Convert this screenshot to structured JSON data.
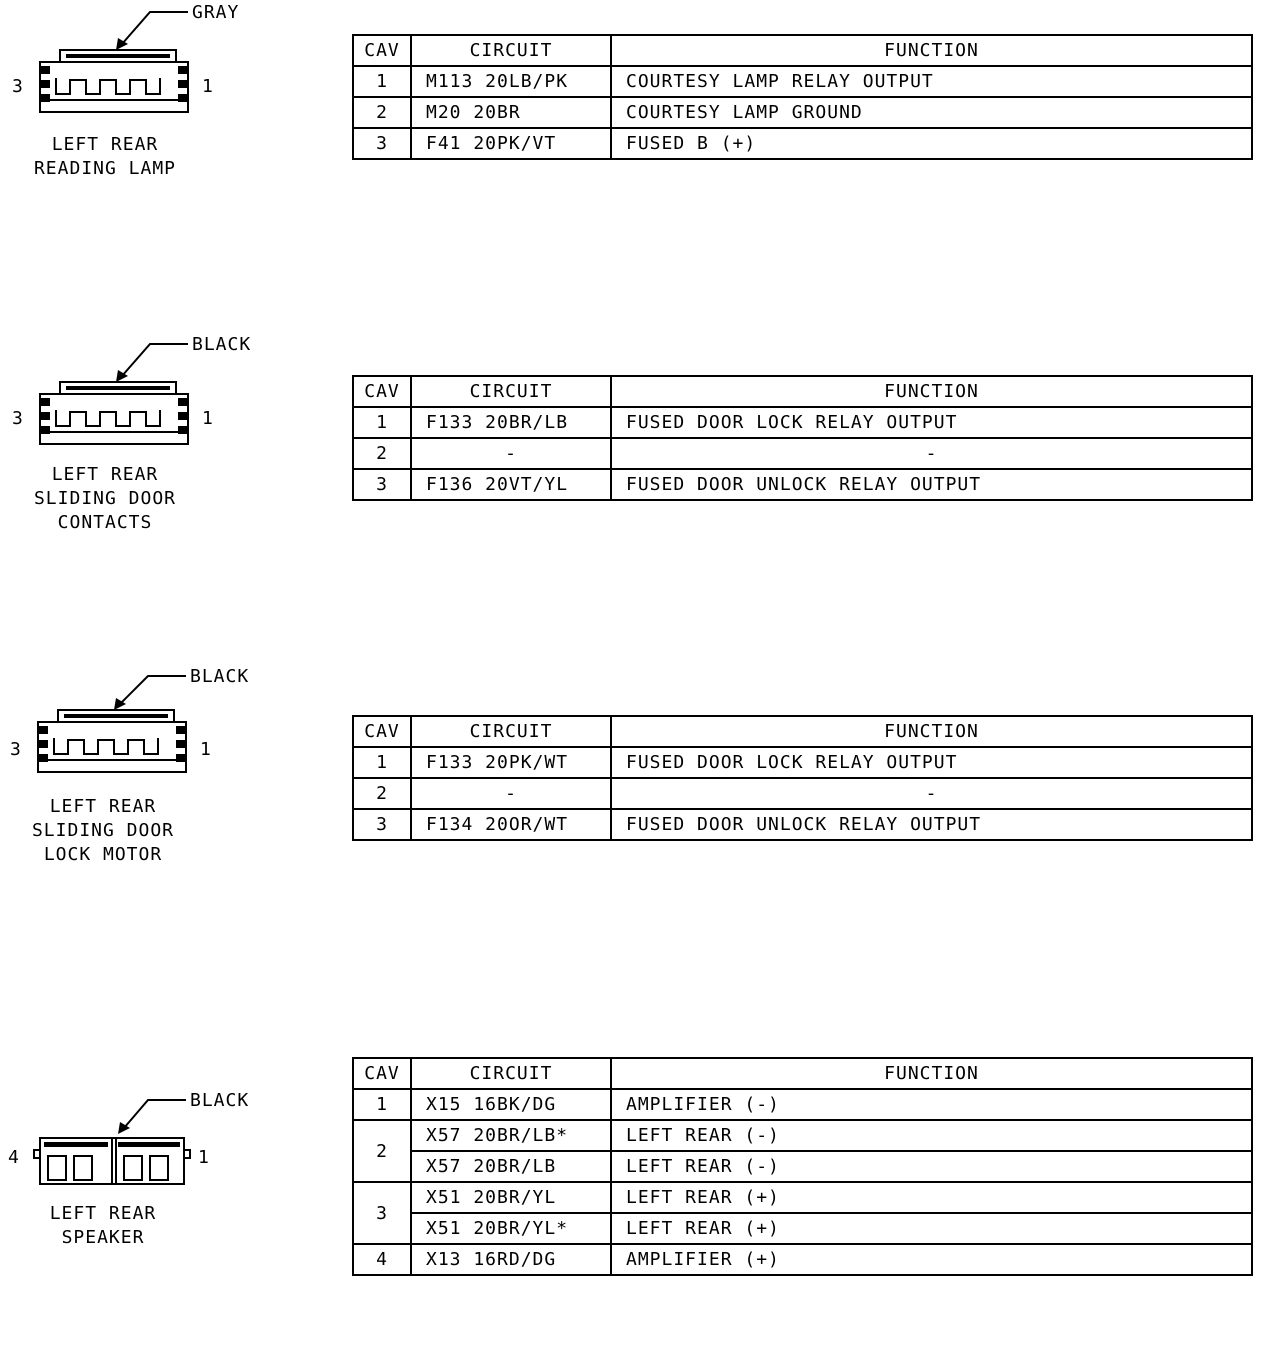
{
  "headers": {
    "cav": "CAV",
    "circuit": "CIRCUIT",
    "function": "FUNCTION"
  },
  "connectors": [
    {
      "color": "GRAY",
      "name": "LEFT REAR\nREADING LAMP",
      "pin_left": "3",
      "pin_right": "1",
      "rows": [
        {
          "cav": "1",
          "circuit": "M113 20LB/PK",
          "function": "COURTESY LAMP RELAY OUTPUT"
        },
        {
          "cav": "2",
          "circuit": "M20 20BR",
          "function": "COURTESY LAMP GROUND"
        },
        {
          "cav": "3",
          "circuit": "F41 20PK/VT",
          "function": "FUSED B (+)"
        }
      ]
    },
    {
      "color": "BLACK",
      "name": "LEFT REAR\nSLIDING DOOR\nCONTACTS",
      "pin_left": "3",
      "pin_right": "1",
      "rows": [
        {
          "cav": "1",
          "circuit": "F133 20BR/LB",
          "function": "FUSED DOOR LOCK RELAY OUTPUT"
        },
        {
          "cav": "2",
          "circuit": "-",
          "function": "-"
        },
        {
          "cav": "3",
          "circuit": "F136 20VT/YL",
          "function": "FUSED DOOR UNLOCK RELAY OUTPUT"
        }
      ]
    },
    {
      "color": "BLACK",
      "name": "LEFT REAR\nSLIDING DOOR\nLOCK MOTOR",
      "pin_left": "3",
      "pin_right": "1",
      "rows": [
        {
          "cav": "1",
          "circuit": "F133 20PK/WT",
          "function": "FUSED DOOR LOCK RELAY OUTPUT"
        },
        {
          "cav": "2",
          "circuit": "-",
          "function": "-"
        },
        {
          "cav": "3",
          "circuit": "F134 20OR/WT",
          "function": "FUSED DOOR UNLOCK RELAY OUTPUT"
        }
      ]
    },
    {
      "color": "BLACK",
      "name": "LEFT REAR\nSPEAKER",
      "pin_left": "4",
      "pin_right": "1",
      "rows": [
        {
          "cav": "1",
          "circuit": "X15 16BK/DG",
          "function": "AMPLIFIER (-)"
        },
        {
          "cav": "2",
          "circuit": "X57 20BR/LB*",
          "function": "LEFT REAR (-)"
        },
        {
          "cav": "",
          "circuit": "X57 20BR/LB",
          "function": "LEFT REAR (-)"
        },
        {
          "cav": "3",
          "circuit": "X51 20BR/YL",
          "function": "LEFT REAR (+)"
        },
        {
          "cav": "",
          "circuit": "X51 20BR/YL*",
          "function": "LEFT REAR (+)"
        },
        {
          "cav": "4",
          "circuit": "X13 16RD/DG",
          "function": "AMPLIFIER (+)"
        }
      ]
    }
  ]
}
